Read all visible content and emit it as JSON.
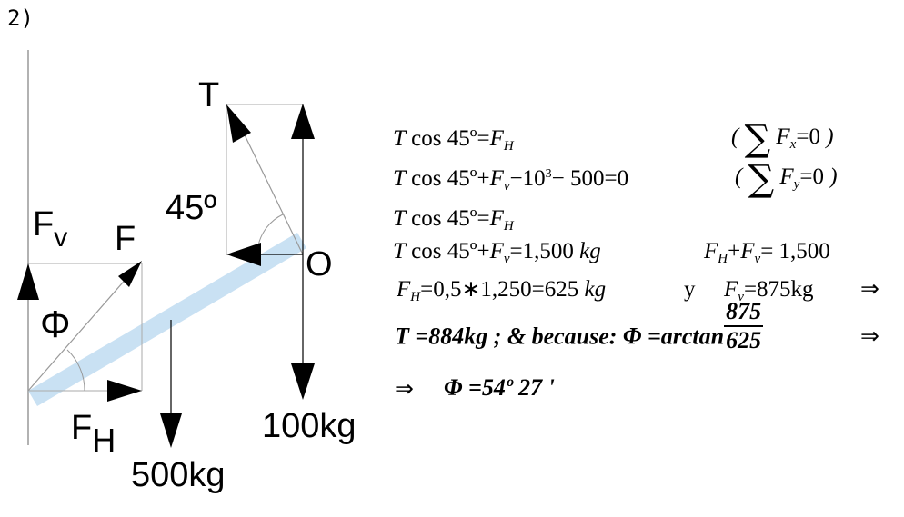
{
  "problem_number": "2)",
  "labels": {
    "T": "T",
    "angle": "45º",
    "Fv_main": "F",
    "Fv_sub": "v",
    "F": "F",
    "phi": "Φ",
    "O": "O",
    "FH_main": "F",
    "FH_sub": "H",
    "weight_beam": "500kg",
    "weight_load": "100kg"
  },
  "equations": {
    "eq1_T": "T",
    "eq1_cos": "cos 45º",
    "eq1_eq": "=",
    "eq1_F": "F",
    "eq1_sub": "H",
    "cond1_F": "F",
    "cond1_sub": "x",
    "cond1_rest": "=0",
    "eq2_T": "T",
    "eq2_cos": "cos 45º",
    "eq2_plus": "+",
    "eq2_F": "F",
    "eq2_sub": "v",
    "eq2_minus": "−10",
    "eq2_exp": "3",
    "eq2_rest": "− 500=0",
    "cond2_F": "F",
    "cond2_sub": "y",
    "cond2_rest": "=0",
    "eq3_T": "T",
    "eq3_cos": "cos 45º",
    "eq3_eq": "=",
    "eq3_F": "F",
    "eq3_sub": "H",
    "eq4_T": "T",
    "eq4_cos": "cos 45º",
    "eq4_plus": "+",
    "eq4_F": "F",
    "eq4_sub": "v",
    "eq4_rest": "=1,500",
    "eq4_unit": "kg",
    "eq4b_F1": "F",
    "eq4b_sub1": "H",
    "eq4b_plus": "+",
    "eq4b_F2": "F",
    "eq4b_sub2": "v",
    "eq4b_rest": "= 1,500",
    "eq5_F": "F",
    "eq5_sub": "H",
    "eq5_rest": "=0,5∗1,250=625",
    "eq5_unit": "kg",
    "eq5_y": "y",
    "eq5b_F": "F",
    "eq5b_sub": "v",
    "eq5b_rest": "=875kg",
    "eq5_implies": "⇒",
    "eq6_text": "T =884kg ; & because:  Φ =arctan",
    "eq6_num": "875",
    "eq6_den": "625",
    "eq6_implies": "⇒",
    "eq7_implies": "⇒",
    "eq7_text": "Φ =54º 27 '"
  }
}
